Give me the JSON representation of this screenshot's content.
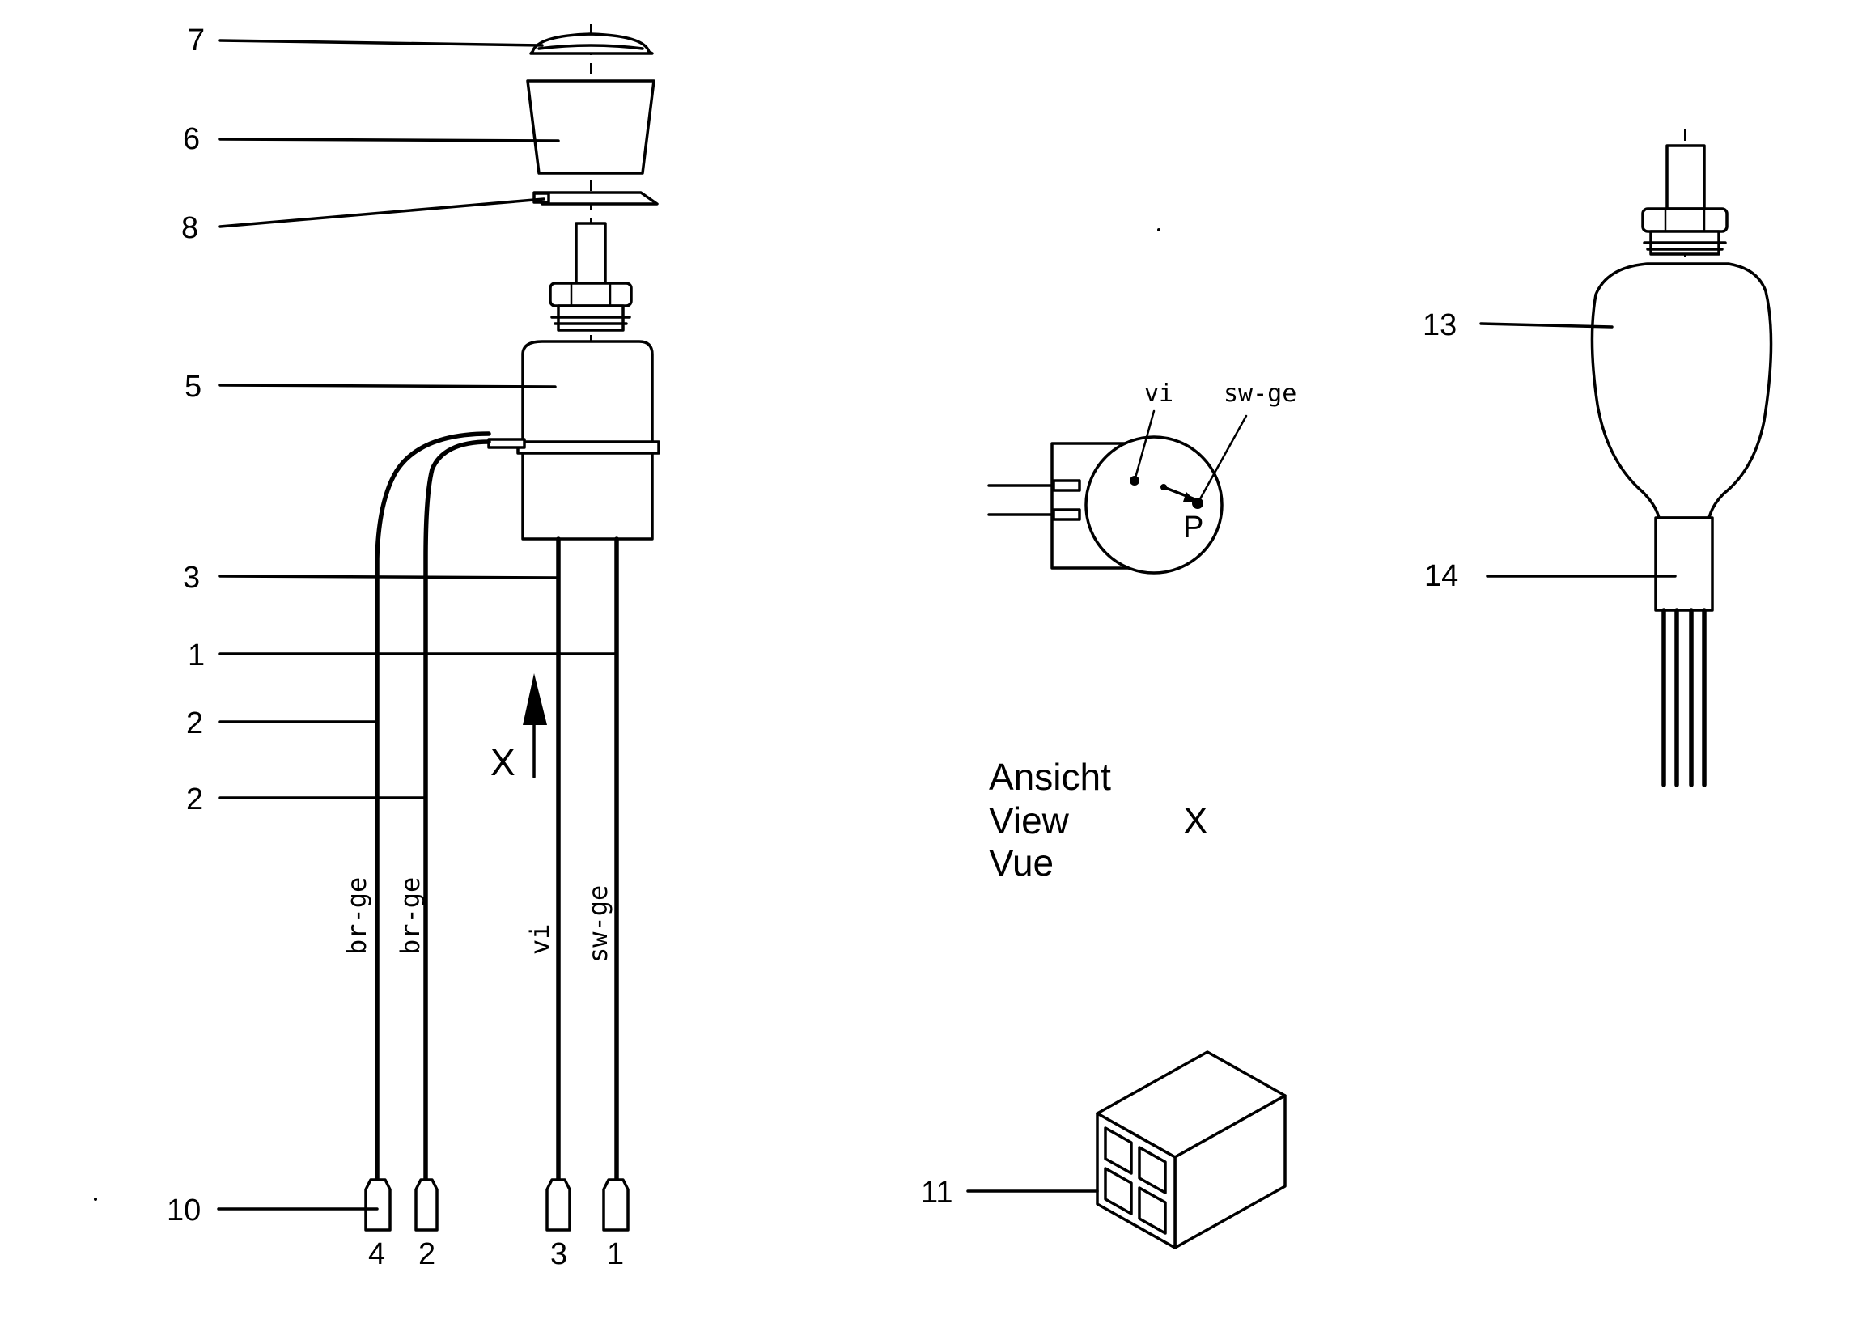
{
  "callouts": {
    "c7": "7",
    "c6": "6",
    "c8": "8",
    "c5": "5",
    "c3": "3",
    "c1": "1",
    "c2a": "2",
    "c2b": "2",
    "c10": "10",
    "c11": "11",
    "c13": "13",
    "c14": "14"
  },
  "wire_colors": {
    "w4": "br-ge",
    "w2": "br-ge",
    "w3": "vi",
    "w1": "sw-ge"
  },
  "terminal_numbers": {
    "t4": "4",
    "t2": "2",
    "t3": "3",
    "t1": "1"
  },
  "arrow_label": "X",
  "view_detail": {
    "label_vi": "vi",
    "label_swge": "sw-ge",
    "label_p": "P"
  },
  "view_caption": {
    "line1": "Ansicht",
    "line2": "View",
    "line3": "Vue",
    "letter": "X"
  }
}
